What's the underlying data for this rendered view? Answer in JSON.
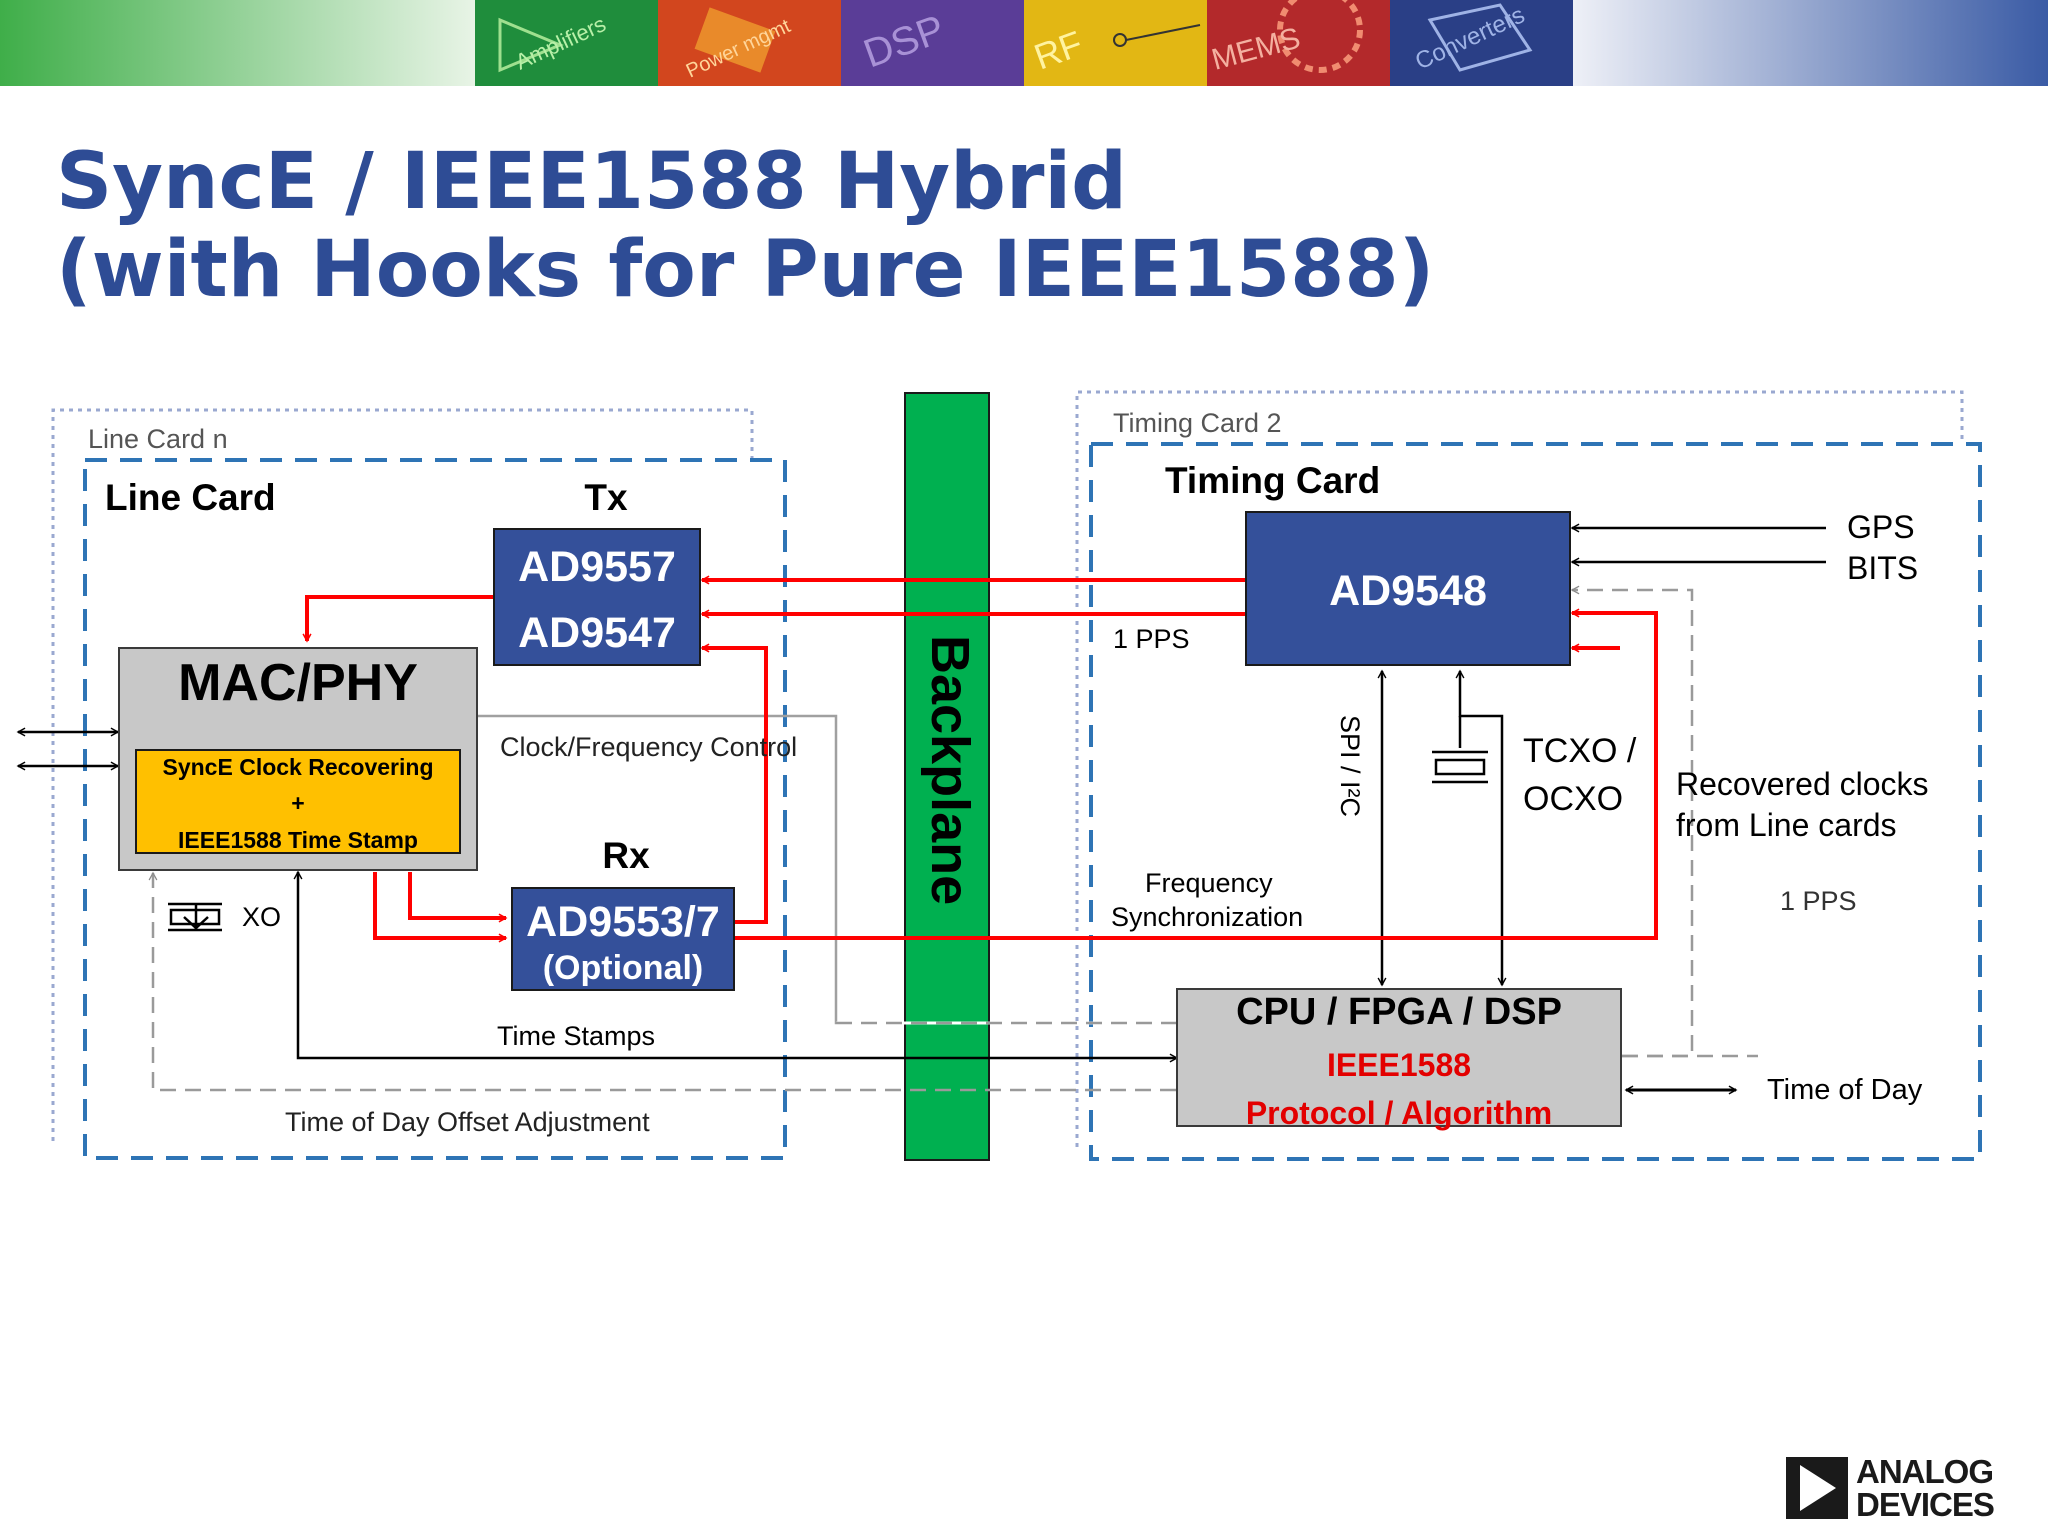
{
  "banner": {
    "tiles": [
      "Amplifiers",
      "Power mgmt",
      "DSP",
      "RF",
      "MEMS",
      "",
      "Converters"
    ]
  },
  "title": {
    "line1": "SyncE / IEEE1588 Hybrid",
    "line2": "(with Hooks for Pure IEEE1588)"
  },
  "line_card": {
    "outer_label": "Line Card n",
    "label": "Line Card",
    "tx_label": "Tx",
    "rx_label": "Rx",
    "tx_block": {
      "line1": "AD9557",
      "line2": "AD9547"
    },
    "mac_phy": {
      "title": "MAC/PHY",
      "sub1": "SyncE Clock Recovering",
      "sub2": "+",
      "sub3": "IEEE1588 Time Stamp"
    },
    "rx_block": {
      "line1": "AD9553/7",
      "line2": "(Optional)"
    },
    "xo_label": "XO",
    "clock_control": "Clock/Frequency Control",
    "time_stamps": "Time Stamps",
    "tod_offset": "Time of Day Offset Adjustment"
  },
  "backplane": {
    "label": "Backplane"
  },
  "timing_card": {
    "outer_label": "Timing Card 2",
    "label": "Timing Card",
    "ad9548": "AD9548",
    "gps": "GPS",
    "bits": "BITS",
    "pps_left": "1 PPS",
    "spi": "SPI  /  I²C",
    "tcxo1": "TCXO /",
    "tcxo2": "OCXO",
    "recovered1": "Recovered clocks",
    "recovered2": "from Line cards",
    "pps_right": "1 PPS",
    "freq_sync1": "Frequency",
    "freq_sync2": "Synchronization",
    "cpu": {
      "title": "CPU / FPGA / DSP",
      "line1": "IEEE1588",
      "line2": "Protocol / Algorithm"
    },
    "time_of_day": "Time of Day"
  },
  "logo": {
    "line1": "ANALOG",
    "line2": "DEVICES"
  },
  "colors": {
    "title": "#2e4c95",
    "block_blue": "#34509a",
    "backplane_green": "#00b050",
    "signal_red": "#ff0000",
    "dash_blue": "#2e74b5",
    "syncE_yellow": "#ffc000"
  }
}
